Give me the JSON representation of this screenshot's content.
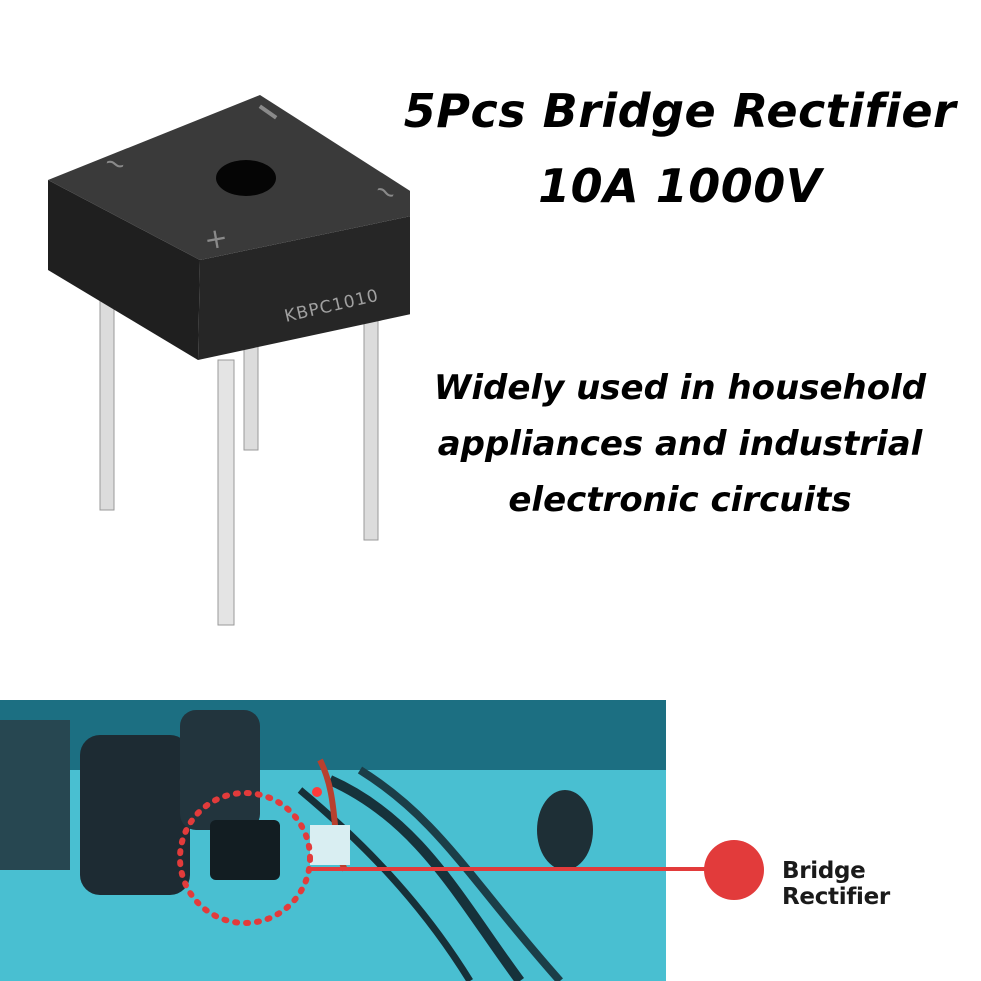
{
  "headline": {
    "line1": "5Pcs Bridge Rectifier",
    "line2": "10A 1000V"
  },
  "description": {
    "line1": "Widely used in household",
    "line2": "appliances and industrial",
    "line3": "electronic circuits"
  },
  "component": {
    "marking": "KBPC1010",
    "symbols": [
      "~",
      "~",
      "+",
      "—"
    ]
  },
  "callout": {
    "label": "Bridge Rectifier",
    "color": "#e23b3b"
  },
  "colors": {
    "board": "#3fb7c9",
    "component_body": "#2b2b2b"
  }
}
